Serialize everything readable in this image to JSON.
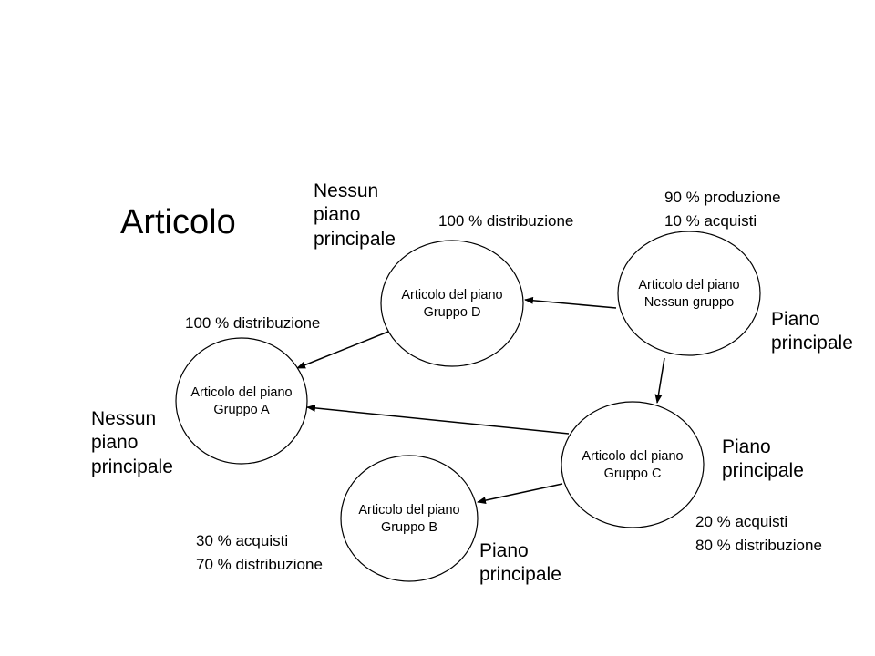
{
  "title": "Articolo",
  "nodes": [
    {
      "id": "d",
      "line1": "Articolo del piano",
      "line2": "Gruppo D"
    },
    {
      "id": "none",
      "line1": "Articolo del piano",
      "line2": "Nessun gruppo"
    },
    {
      "id": "a",
      "line1": "Articolo del piano",
      "line2": "Gruppo A"
    },
    {
      "id": "c",
      "line1": "Articolo del piano",
      "line2": "Gruppo C"
    },
    {
      "id": "b",
      "line1": "Articolo del piano",
      "line2": "Gruppo B"
    }
  ],
  "plan_labels": {
    "d": "Nessun\npiano\nprincipale",
    "a": "Nessun\npiano\nprincipale",
    "none": "Piano\nprincipale",
    "c": "Piano\nprincipale",
    "b": "Piano\nprincipale"
  },
  "percent_labels": {
    "d": "100 % distribuzione",
    "a": "100 % distribuzione",
    "none": "90 % produzione\n10 % acquisti",
    "c": "20 % acquisti\n80 % distribuzione",
    "b": "30 % acquisti\n70 % distribuzione"
  },
  "edges": [
    {
      "from": "none",
      "to": "d"
    },
    {
      "from": "d",
      "to": "a"
    },
    {
      "from": "none",
      "to": "c"
    },
    {
      "from": "c",
      "to": "a"
    },
    {
      "from": "c",
      "to": "b"
    }
  ]
}
